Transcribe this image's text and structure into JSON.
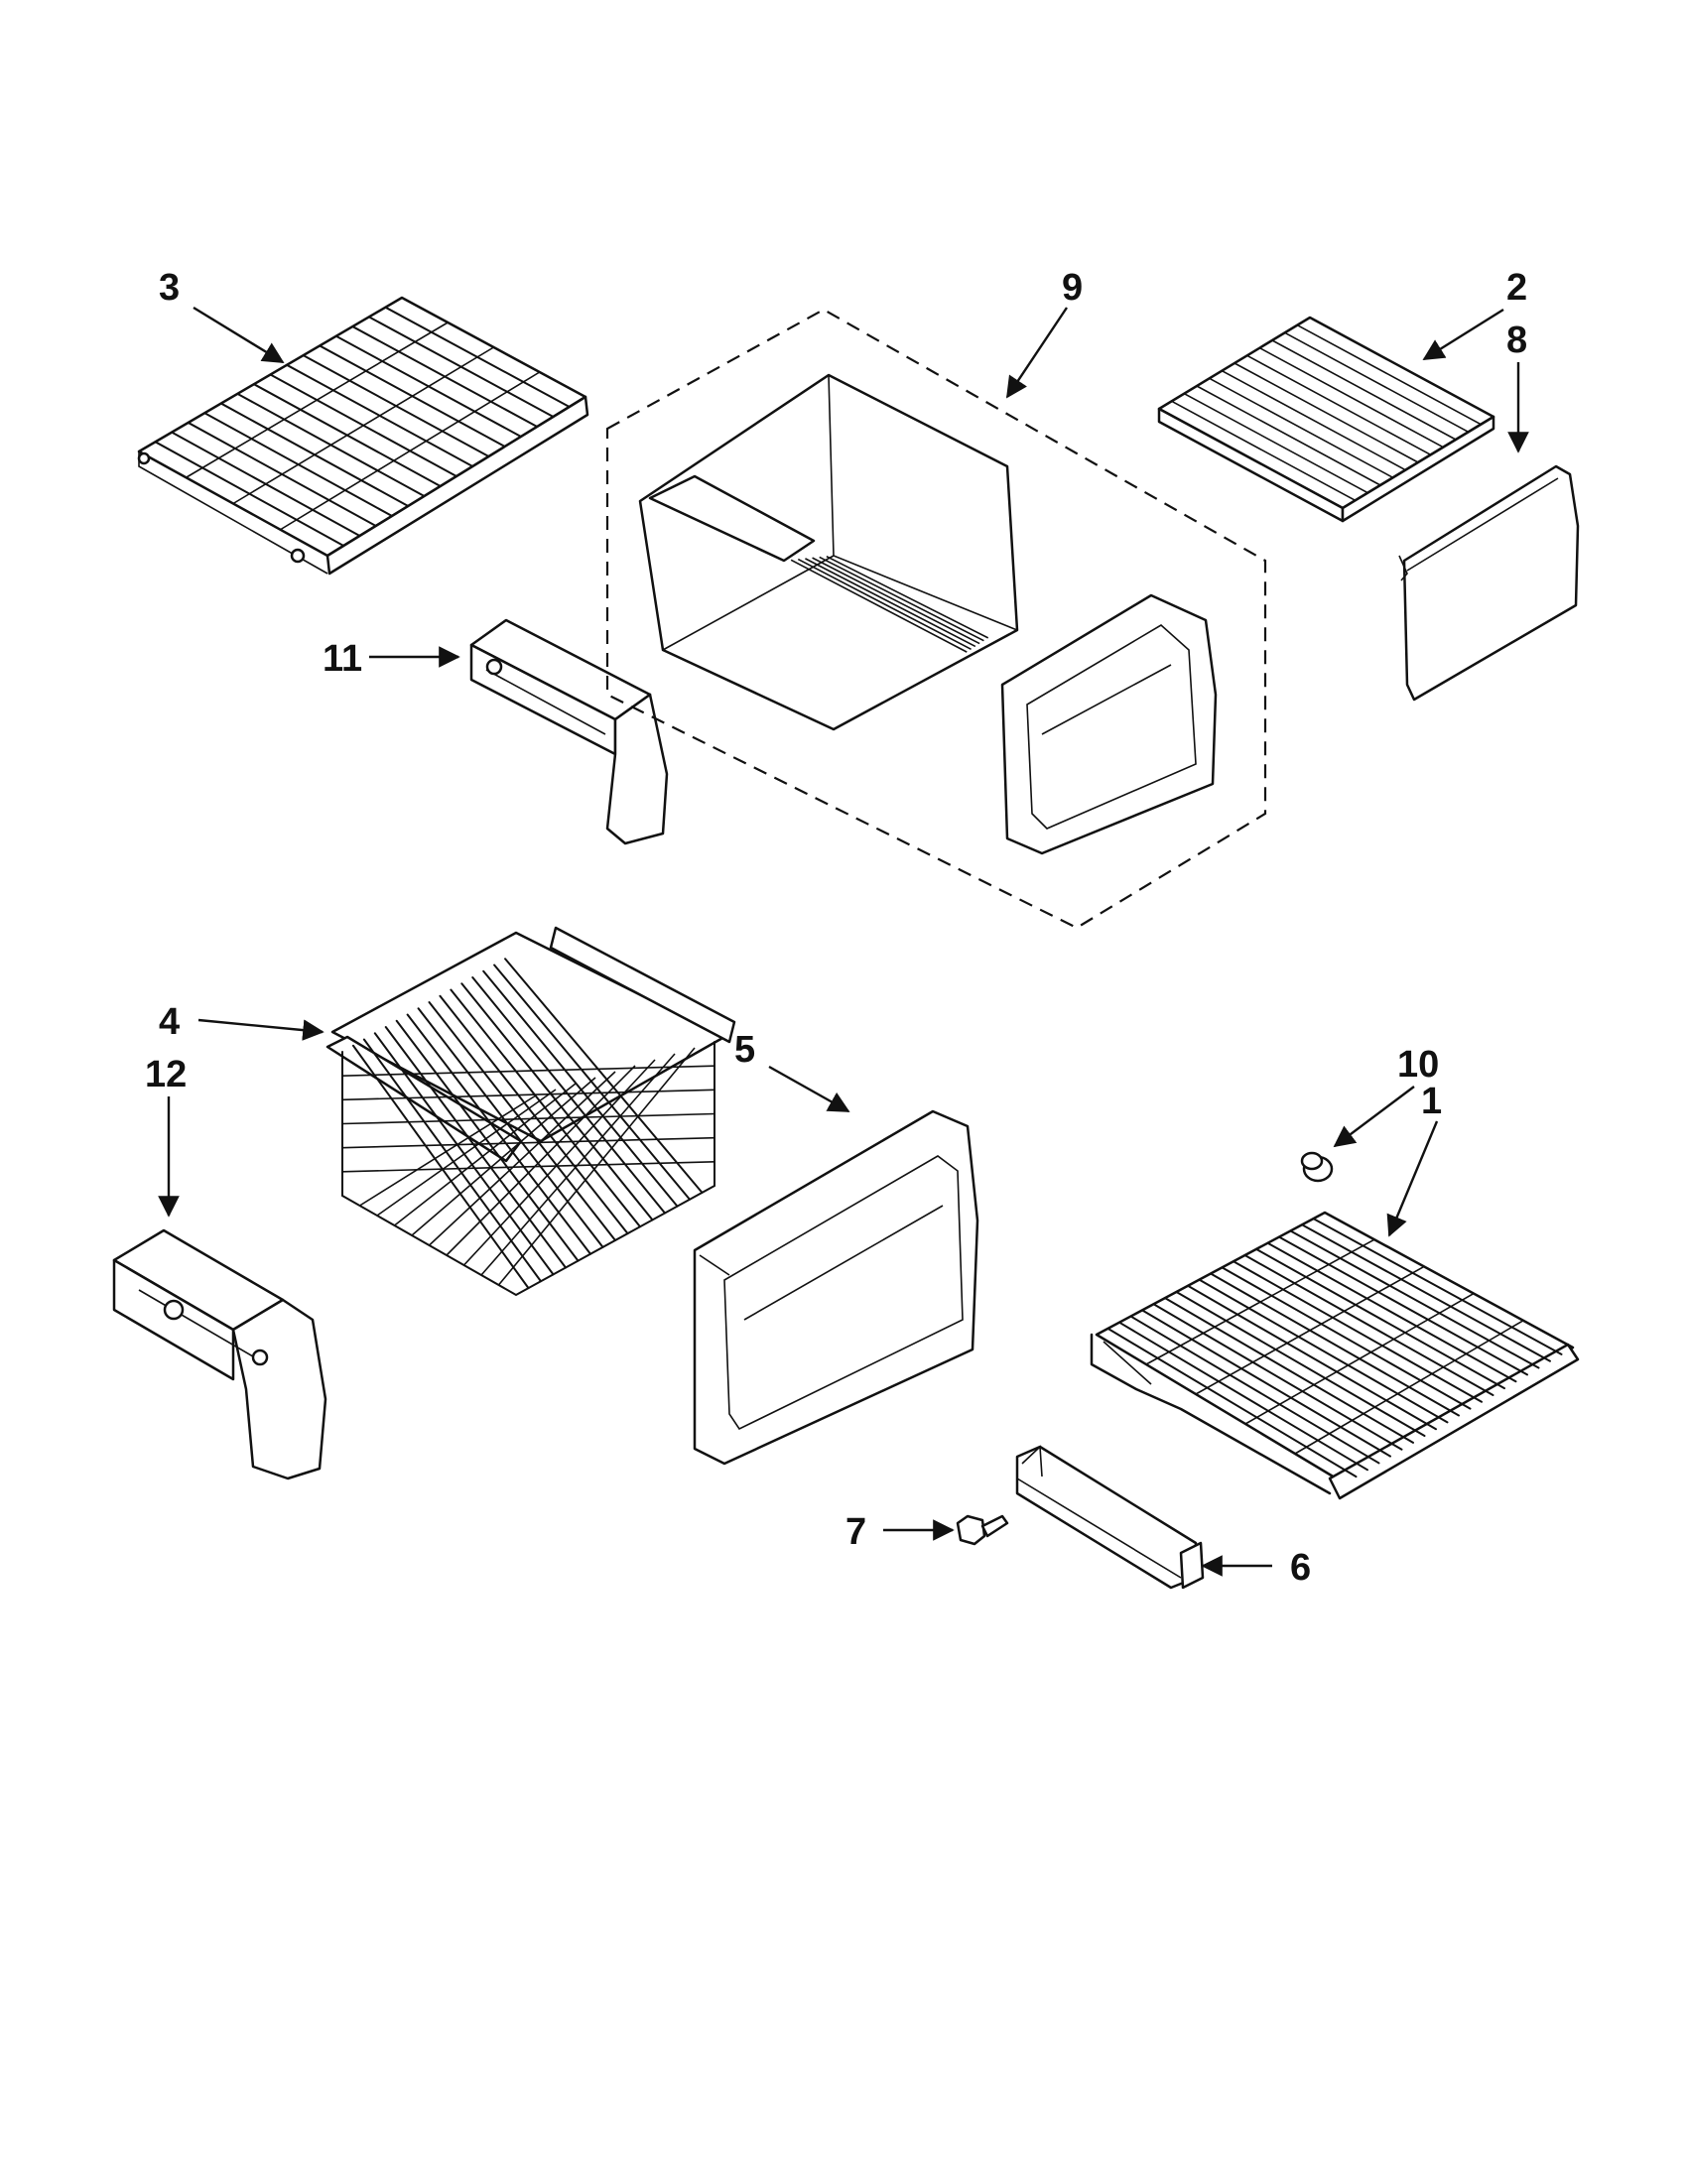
{
  "callouts": [
    {
      "key": "c1",
      "label": "1"
    },
    {
      "key": "c2",
      "label": "2"
    },
    {
      "key": "c3",
      "label": "3"
    },
    {
      "key": "c4",
      "label": "4"
    },
    {
      "key": "c5",
      "label": "5"
    },
    {
      "key": "c6",
      "label": "6"
    },
    {
      "key": "c7",
      "label": "7"
    },
    {
      "key": "c8",
      "label": "8"
    },
    {
      "key": "c9",
      "label": "9"
    },
    {
      "key": "c10",
      "label": "10"
    },
    {
      "key": "c11",
      "label": "11"
    },
    {
      "key": "c12",
      "label": "12"
    }
  ],
  "colors": {
    "line": "#111111",
    "background": "#ffffff"
  }
}
